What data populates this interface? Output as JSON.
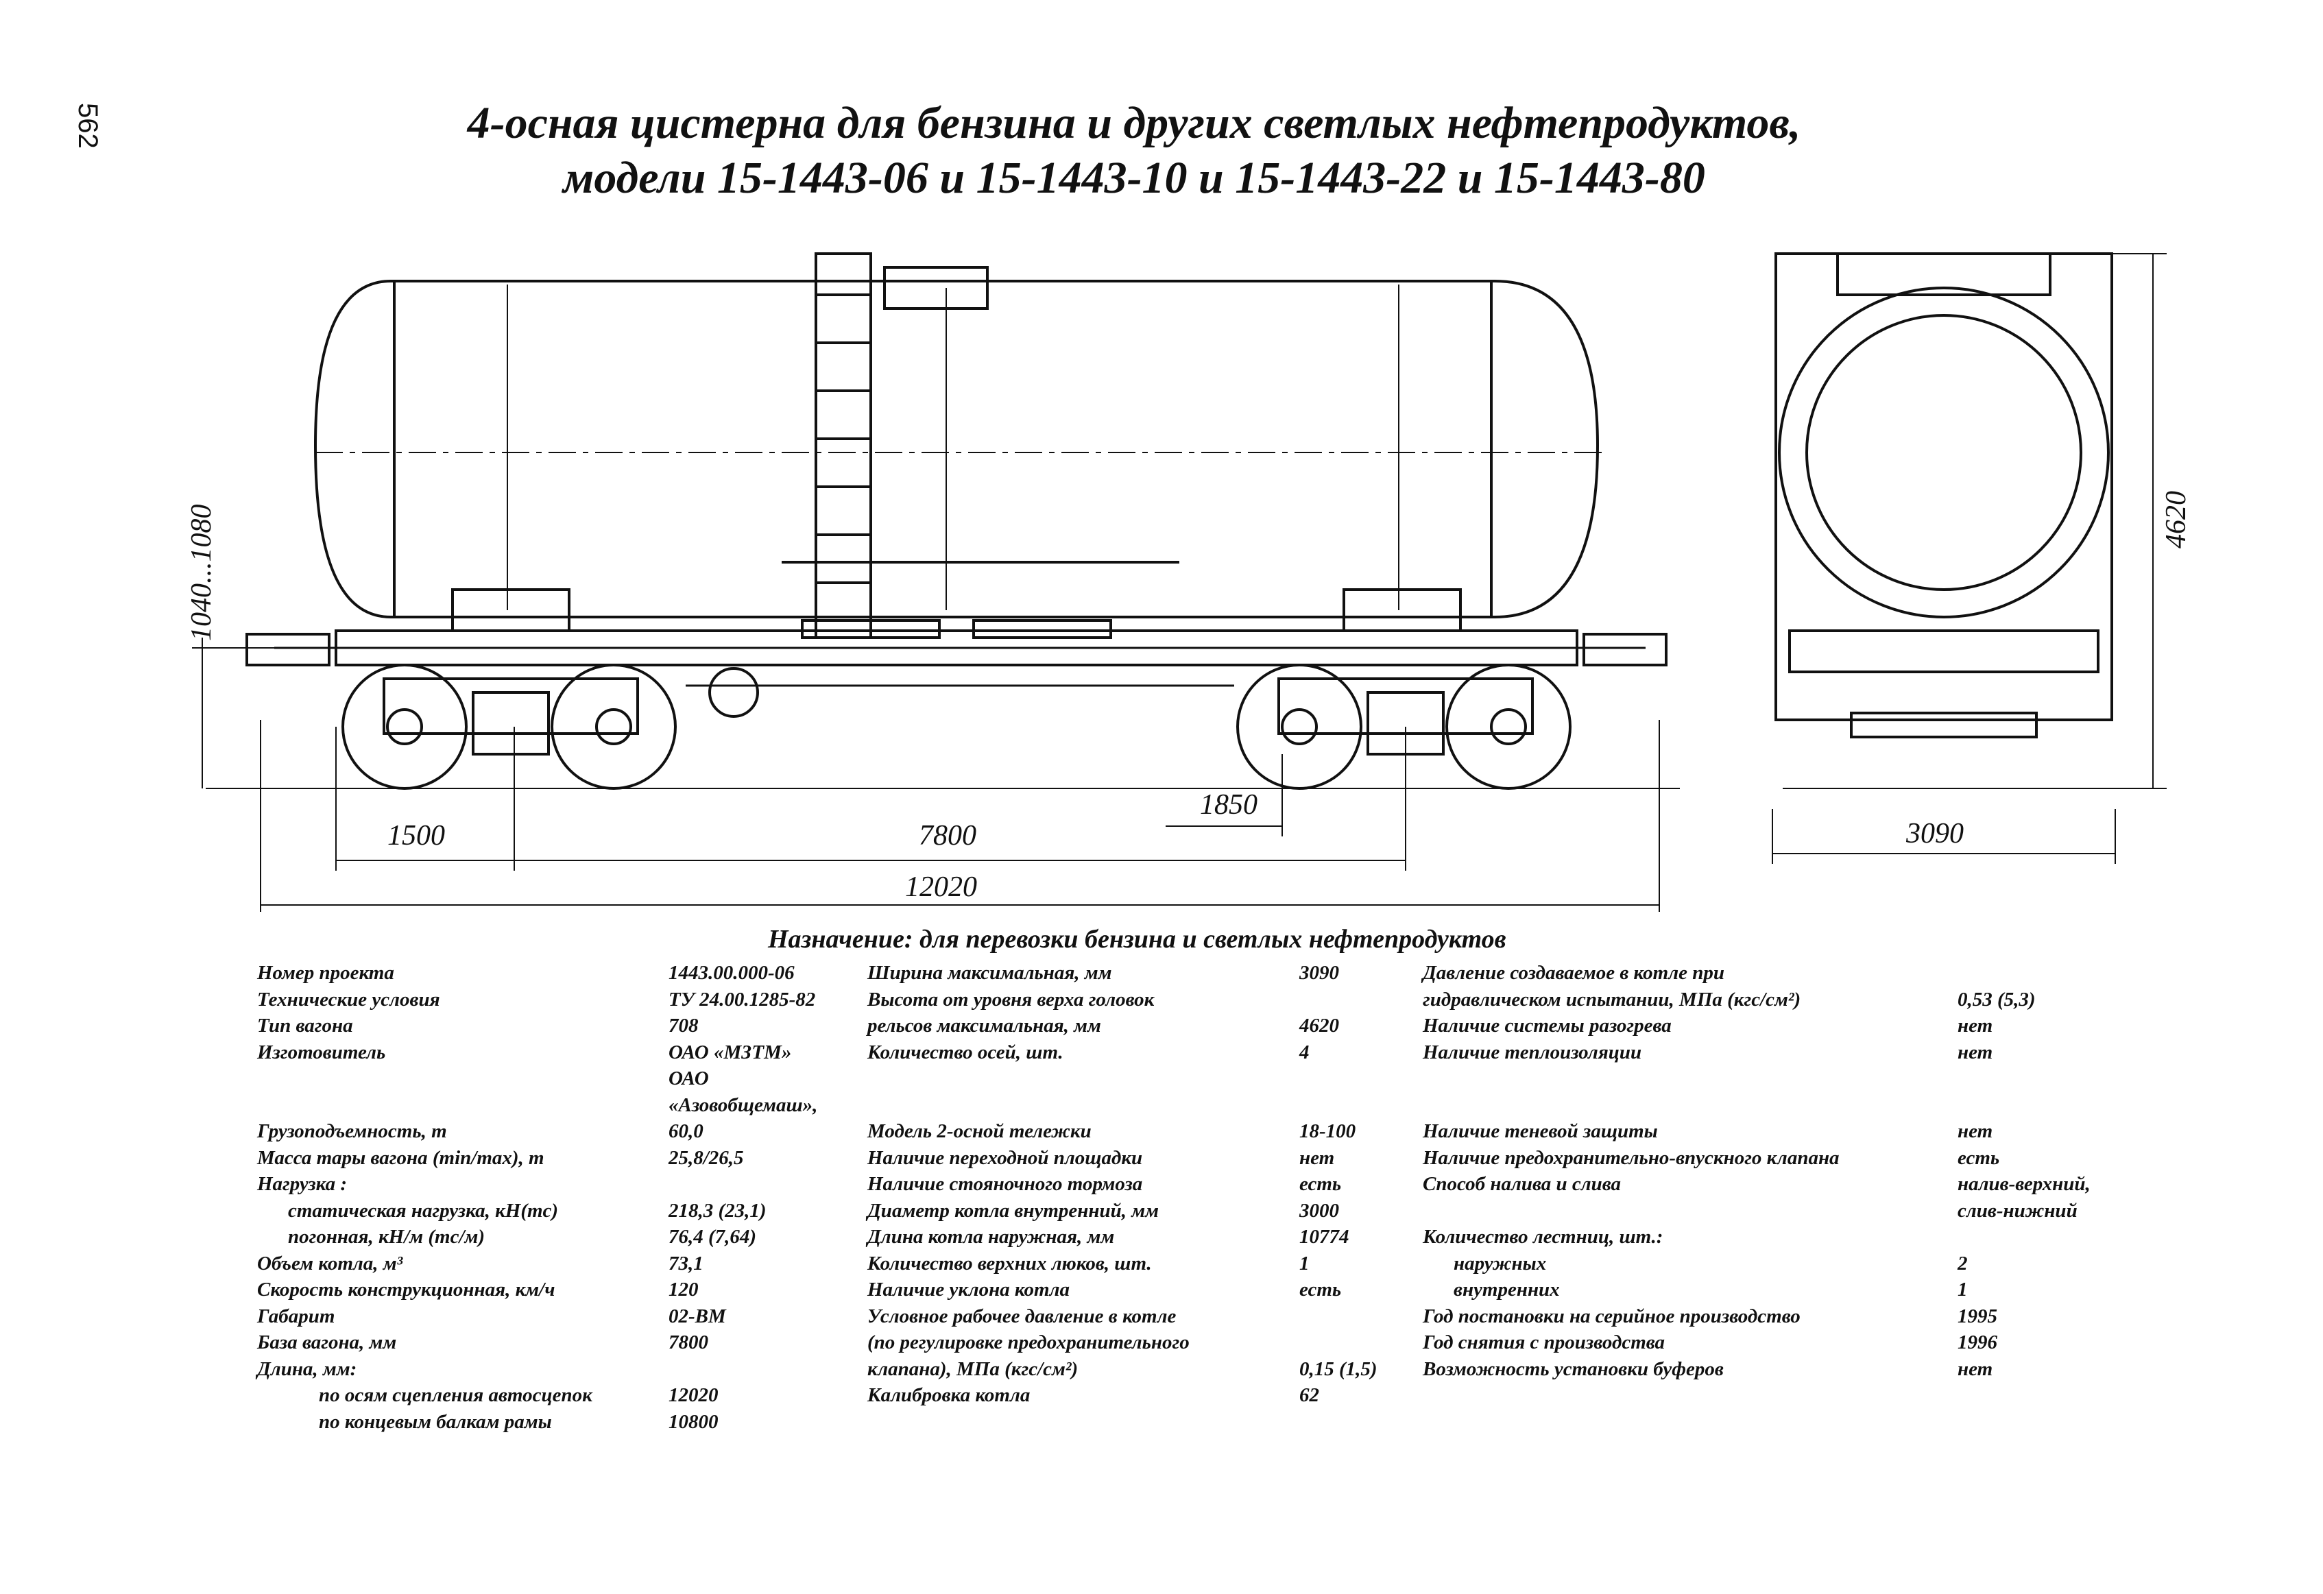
{
  "page_number": "562",
  "title": {
    "line1": "4-осная цистерна для бензина и других светлых нефтепродуктов,",
    "line2": "модели 15-1443-06 и 15-1443-10 и 15-1443-22 и 15-1443-80"
  },
  "dimensions": {
    "height_range": "1040...1080",
    "d1500": "1500",
    "d7800": "7800",
    "d1850": "1850",
    "d12020": "12020",
    "d3090": "3090",
    "d4620": "4620"
  },
  "purpose": "Назначение: для перевозки бензина и светлых нефтепродуктов",
  "col1": [
    {
      "label": "Номер проекта",
      "value": "1443.00.000-06"
    },
    {
      "label": "Технические условия",
      "value": "ТУ 24.00.1285-82"
    },
    {
      "label": "Тип вагона",
      "value": "708"
    },
    {
      "label": "Изготовитель",
      "value": "ОАО      «МЗТМ»"
    },
    {
      "label": "",
      "value": "ОАО"
    },
    {
      "label": "",
      "value": "«Азовобщемаш»,"
    },
    {
      "label": "Грузоподъемность, т",
      "value": "60,0"
    },
    {
      "label": "Масса тары вагона (min/max), т",
      "value": "25,8/26,5"
    },
    {
      "label": "Нагрузка :",
      "value": ""
    },
    {
      "label": "статическая нагрузка, кН(тс)",
      "value": "218,3 (23,1)",
      "indent": 1
    },
    {
      "label": "погонная, кН/м (тс/м)",
      "value": "76,4 (7,64)",
      "indent": 1
    },
    {
      "label": "Объем котла, м³",
      "value": "73,1"
    },
    {
      "label": "Скорость конструкционная, км/ч",
      "value": "120"
    },
    {
      "label": "Габарит",
      "value": "02-ВМ"
    },
    {
      "label": "База вагона, мм",
      "value": "7800"
    },
    {
      "label": "Длина, мм:",
      "value": ""
    },
    {
      "label": "по осям сцепления автосцепок",
      "value": "12020",
      "indent": 2
    },
    {
      "label": "по концевым балкам рамы",
      "value": "10800",
      "indent": 2
    }
  ],
  "col2": [
    {
      "label": "Ширина максимальная, мм",
      "value": "3090"
    },
    {
      "label": "Высота от уровня верха головок",
      "value": ""
    },
    {
      "label": "рельсов максимальная, мм",
      "value": "4620"
    },
    {
      "label": "Количество осей, шт.",
      "value": "4"
    },
    {
      "label": "",
      "value": ""
    },
    {
      "label": "",
      "value": ""
    },
    {
      "label": "Модель 2-осной тележки",
      "value": "18-100"
    },
    {
      "label": "Наличие переходной площадки",
      "value": "нет"
    },
    {
      "label": "Наличие стояночного тормоза",
      "value": "есть"
    },
    {
      "label": "Диаметр котла внутренний, мм",
      "value": "3000"
    },
    {
      "label": "Длина котла наружная, мм",
      "value": "10774"
    },
    {
      "label": "Количество верхних люков, шт.",
      "value": "1"
    },
    {
      "label": "Наличие уклона котла",
      "value": "есть"
    },
    {
      "label": "Условное рабочее давление в котле",
      "value": ""
    },
    {
      "label": "(по регулировке предохранительного",
      "value": ""
    },
    {
      "label": "клапана), МПа (кгс/см²)",
      "value": "0,15 (1,5)"
    },
    {
      "label": "Калибровка котла",
      "value": "62"
    }
  ],
  "col3": [
    {
      "label": "Давление создаваемое в котле при",
      "value": ""
    },
    {
      "label": "гидравлическом испытании, МПа (кгс/см²)",
      "value": "0,53 (5,3)"
    },
    {
      "label": "Наличие системы разогрева",
      "value": "нет"
    },
    {
      "label": "Наличие теплоизоляции",
      "value": "нет"
    },
    {
      "label": "",
      "value": ""
    },
    {
      "label": "",
      "value": ""
    },
    {
      "label": "Наличие теневой защиты",
      "value": "нет"
    },
    {
      "label": "Наличие предохранительно-впускного клапана",
      "value": "есть"
    },
    {
      "label": "Способ налива и слива",
      "value": "налив-верхний,"
    },
    {
      "label": "",
      "value": "слив-нижний"
    },
    {
      "label": "Количество лестниц, шт.:",
      "value": ""
    },
    {
      "label": "наружных",
      "value": "2",
      "indent": 1
    },
    {
      "label": "внутренних",
      "value": "1",
      "indent": 1
    },
    {
      "label": "Год постановки на серийное производство",
      "value": "1995"
    },
    {
      "label": "Год снятия с производства",
      "value": "1996"
    },
    {
      "label": "Возможность установки буферов",
      "value": "нет"
    }
  ]
}
